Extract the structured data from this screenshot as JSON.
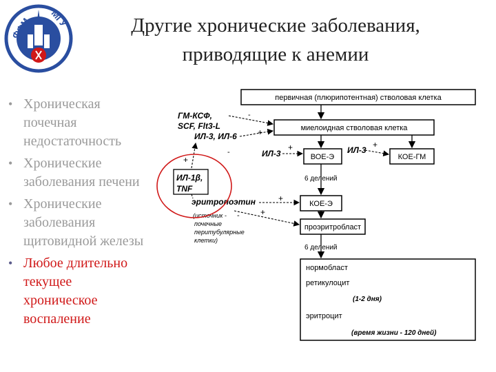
{
  "logo": {
    "text_left": "ФФМ",
    "text_right": "МГУ"
  },
  "title": {
    "line1": "Другие хронические заболевания,",
    "line2": "приводящие к анемии"
  },
  "bullets": [
    {
      "lines": [
        "Хроническая",
        "почечная",
        "недостаточность"
      ]
    },
    {
      "lines": [
        "Хронические",
        "заболевания печени"
      ]
    },
    {
      "lines": [
        "Хронические",
        "заболевания",
        "щитовидной железы"
      ]
    },
    {
      "lines": [
        "Любое длительно",
        "текущее",
        "хроническое",
        "воспаление"
      ]
    }
  ],
  "diagram": {
    "box_stem": "первичная (плюрипотентная) стволовая клетка",
    "box_myeloid": "миелоидная стволовая клетка",
    "box_boe": "ВОЕ-Э",
    "box_koegm": "КОЕ-ГМ",
    "box_koee": "КОЕ-Э",
    "box_pro": "проэритробласт",
    "box_final": {
      "normoblast": "нормобласт",
      "reticulocyte": "ретикулоцит",
      "ret_time": "(1-2 дня)",
      "erythrocyte": "эритроцит",
      "life": "(время жизни - 120 дней)"
    },
    "divisions_6a": "6 делений",
    "divisions_6b": "6 делений",
    "factors": {
      "gmcsf": "ГМ-КСФ,",
      "scf": "SCF, Flt3-L",
      "il36": "ИЛ-3, ИЛ-6",
      "il3a": "ИЛ-3",
      "il3b": "ИЛ-3",
      "il1": "ИЛ-1β,",
      "tnf": "TNF",
      "epo": "эритропоэтин",
      "src1": "(источник -",
      "src2": "почечные",
      "src3": "перитубулярные",
      "src4": "клетки)"
    },
    "signs": {
      "plus": "+",
      "minus": "-"
    }
  }
}
